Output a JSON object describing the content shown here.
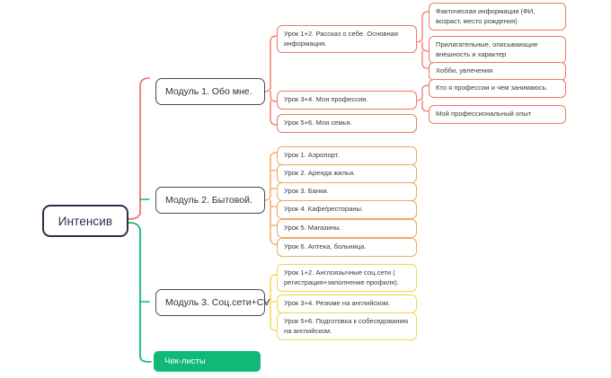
{
  "diagram": {
    "title": "Интенсив",
    "type": "mindmap",
    "background": "#ffffff",
    "colors": {
      "root_border": "#2b2f48",
      "module_border": "#4b4b4b",
      "branch_1": "#f3766a",
      "branch_2": "#f0a860",
      "branch_3": "#ecd94a",
      "branch_green": "#10b978",
      "green_fill": "#10b978",
      "green_text": "#ffffff"
    }
  },
  "root": {
    "label": "Интенсив"
  },
  "modules": [
    {
      "label": "Модуль 1. Обо мне.",
      "color": "#f3766a",
      "lessons": [
        {
          "label": "Урок 1+2. Рассказ о себе. Основная информация.",
          "topics": [
            {
              "label": "Фактическая информация (ФИ, возраст, место рождения)"
            },
            {
              "label": "Прилагательные, описывающие внешность и характер"
            },
            {
              "label": "Хобби, увлечения"
            }
          ]
        },
        {
          "label": "Урок 3+4. Моя профессия.",
          "topics": [
            {
              "label": "Кто я профессии и чем занимаюсь."
            },
            {
              "label": "Мой профессиональный опыт"
            }
          ]
        },
        {
          "label": "Урок 5+6. Моя семья.",
          "topics": []
        }
      ]
    },
    {
      "label": "Модуль 2. Бытовой.",
      "color": "#f0a860",
      "lessons": [
        {
          "label": "Урок 1. Аэропорт.",
          "topics": []
        },
        {
          "label": "Урок 2. Аренда жилья.",
          "topics": []
        },
        {
          "label": "Урок 3. Банки.",
          "topics": []
        },
        {
          "label": "Урок 4. Кафе/рестораны.",
          "topics": []
        },
        {
          "label": "Урок 5. Магазины.",
          "topics": []
        },
        {
          "label": "Урок 6. Аптека, больница.",
          "topics": []
        }
      ]
    },
    {
      "label": "Модуль 3. Соц.сети+CV",
      "color": "#ecd94a",
      "lessons": [
        {
          "label": "Урок 1+2. Англоязычные соц.сети ( регистрация+заполнение профиля).",
          "topics": []
        },
        {
          "label": "Урок 3+4. Резюме на английском.",
          "topics": []
        },
        {
          "label": "Урок 5+6. Подготовка к собеседованию на английском.",
          "topics": []
        }
      ]
    }
  ],
  "checklist_node": {
    "label": "Чек-листы"
  }
}
